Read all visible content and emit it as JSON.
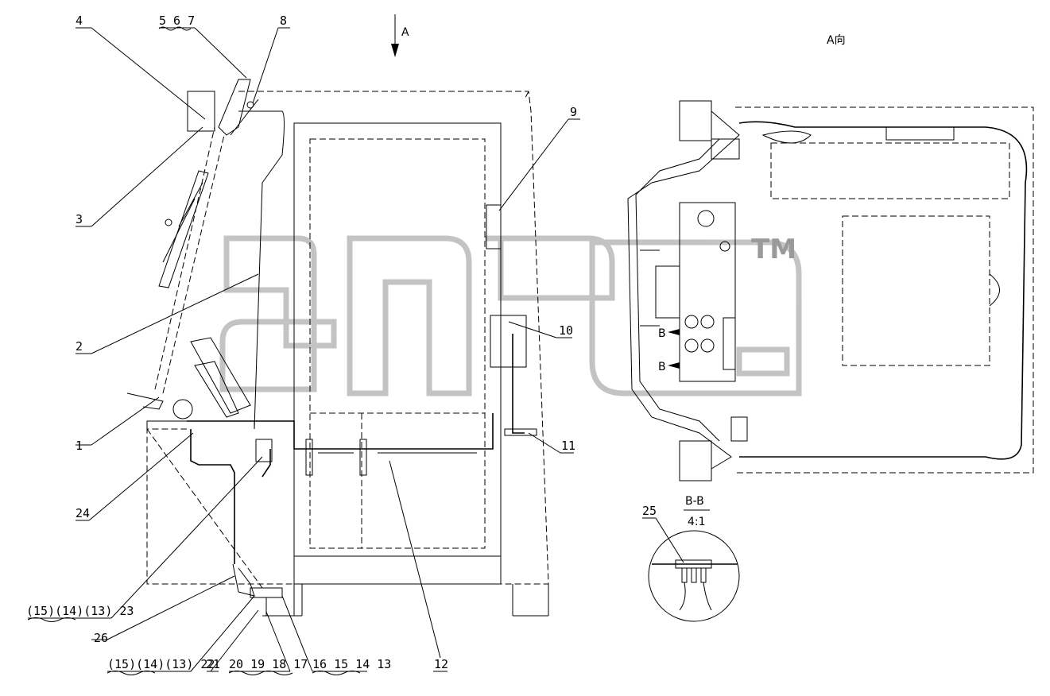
{
  "view_a_arrow": "A",
  "view_a_title": "A向",
  "section_title": "B-B",
  "section_scale": "4:1",
  "section_markers": [
    "B",
    "B"
  ],
  "watermark_mark": "TM",
  "part_labels": [
    "1",
    "2",
    "3",
    "4",
    "5 6 7",
    "8",
    "9",
    "10",
    "11",
    "12",
    "(15)(14)(13) 23",
    "24",
    "25",
    "26",
    "(15)(14)(13) 22",
    "21",
    "20 19 18 17",
    "16 15 14 13"
  ]
}
